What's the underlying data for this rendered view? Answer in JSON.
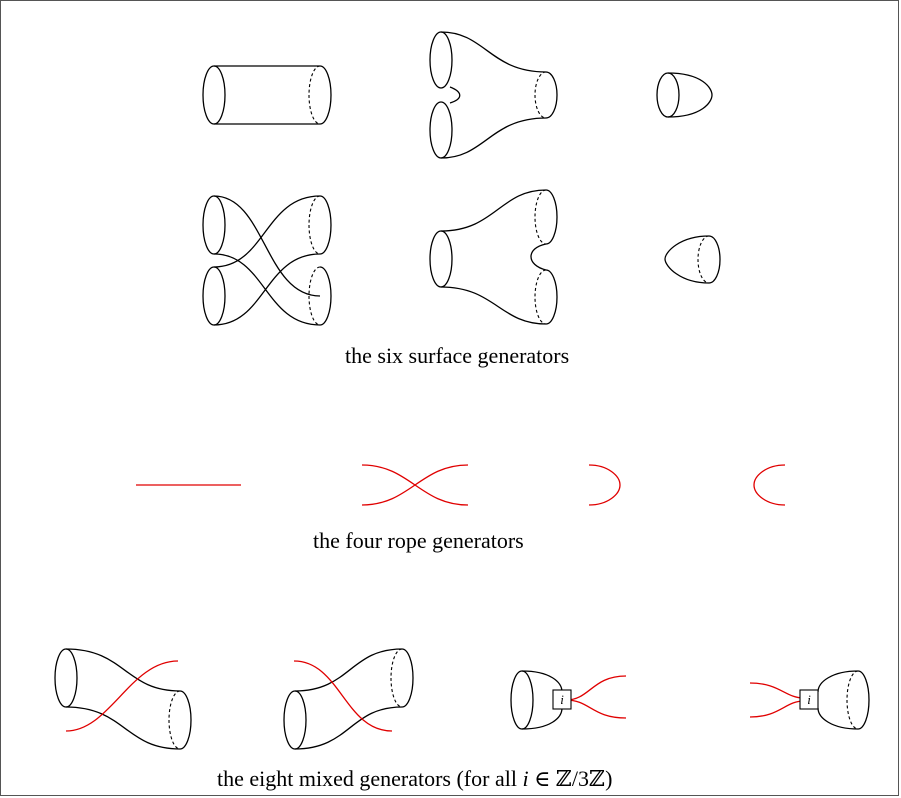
{
  "captions": {
    "surface": "the six surface generators",
    "rope": "the four rope generators",
    "mixed_prefix": "the eight mixed generators (for all ",
    "mixed_var": "i",
    "mixed_mid": " ∈ ",
    "mixed_quot": "ℤ/3ℤ",
    "mixed_suffix": ")"
  },
  "box_label": "i",
  "colors": {
    "outline": "#000000",
    "rope": "#e00000"
  }
}
